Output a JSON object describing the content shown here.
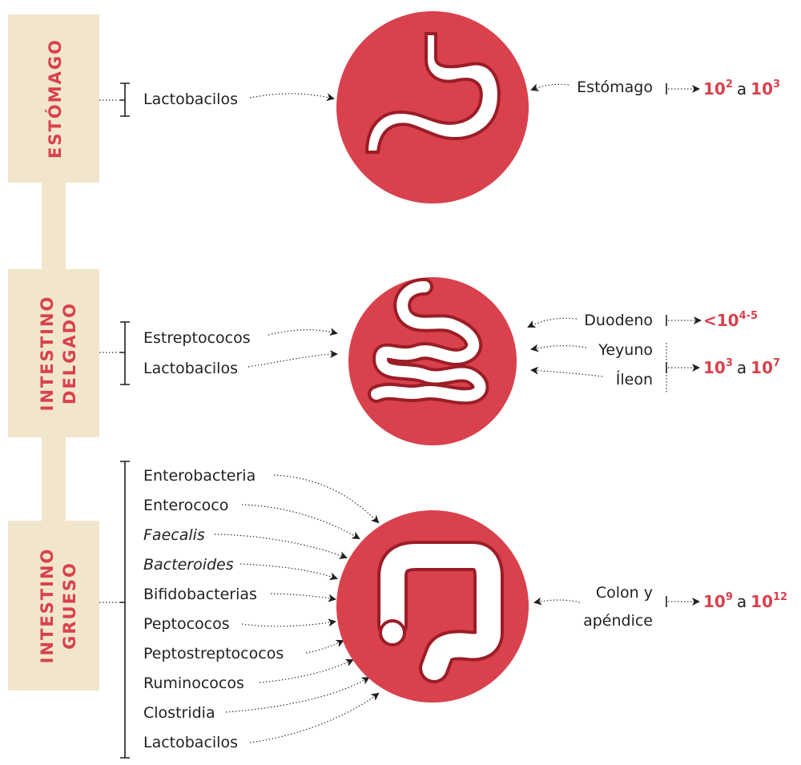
{
  "colors": {
    "accent": "#d9414d",
    "panel": "#f1e6cc",
    "organ_outline": "#9b1d26",
    "text": "#231f20"
  },
  "sections": [
    {
      "id": "stomach",
      "label_lines": [
        "ESTÓMAGO"
      ],
      "organ_icon": "stomach-icon",
      "bacteria": [
        {
          "name": "Lactobacilos",
          "italic": false
        }
      ],
      "regions": [
        {
          "name_lines": [
            "Estómago"
          ],
          "count": {
            "base1": "10",
            "exp1": "2",
            "sep": "a",
            "base2": "10",
            "exp2": "3"
          }
        }
      ]
    },
    {
      "id": "small-intestine",
      "label_lines": [
        "INTESTINO",
        "DELGADO"
      ],
      "organ_icon": "small-intestine-icon",
      "bacteria": [
        {
          "name": "Estreptococos",
          "italic": false
        },
        {
          "name": "Lactobacilos",
          "italic": false
        }
      ],
      "regions": [
        {
          "name_lines": [
            "Duodeno"
          ],
          "count": {
            "prefix": "<",
            "base1": "10",
            "exp1": "4-5"
          }
        },
        {
          "name_lines": [
            "Yeyuno"
          ]
        },
        {
          "name_lines": [
            "Íleon"
          ],
          "count": {
            "base1": "10",
            "exp1": "3",
            "sep": "a",
            "base2": "10",
            "exp2": "7"
          }
        }
      ]
    },
    {
      "id": "large-intestine",
      "label_lines": [
        "INTESTINO",
        "GRUESO"
      ],
      "organ_icon": "large-intestine-icon",
      "bacteria": [
        {
          "name": "Enterobacteria",
          "italic": false
        },
        {
          "name": "Enterococo",
          "italic": false
        },
        {
          "name": "Faecalis",
          "italic": true
        },
        {
          "name": "Bacteroides",
          "italic": true
        },
        {
          "name": "Bifidobacterias",
          "italic": false
        },
        {
          "name": "Peptococos",
          "italic": false
        },
        {
          "name": "Peptostreptococos",
          "italic": false
        },
        {
          "name": "Ruminococos",
          "italic": false
        },
        {
          "name": "Clostridia",
          "italic": false
        },
        {
          "name": "Lactobacilos",
          "italic": false
        }
      ],
      "regions": [
        {
          "name_lines": [
            "Colon y",
            "apéndice"
          ],
          "count": {
            "base1": "10",
            "exp1": "9",
            "sep": "a",
            "base2": "10",
            "exp2": "12"
          }
        }
      ]
    }
  ]
}
